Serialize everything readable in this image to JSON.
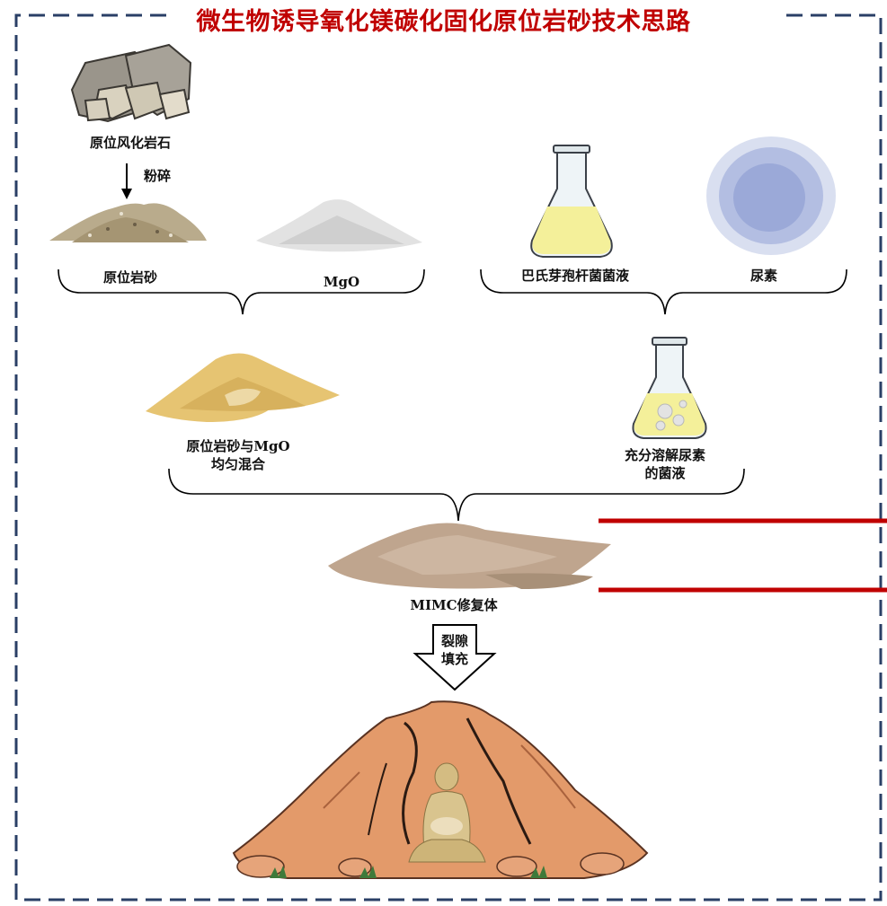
{
  "title": "微生物诱导氧化镁碳化固化原位岩砂技术思路",
  "labels": {
    "weathered_rock": "原位风化岩石",
    "crush": "粉碎",
    "rock_sand": "原位岩砂",
    "mgo": "MgO",
    "bacteria": "巴氏芽孢杆菌菌液",
    "urea": "尿素",
    "mix_line1": "原位岩砂与MgO",
    "mix_line2": "均匀混合",
    "dissolved_line1": "充分溶解尿素",
    "dissolved_line2": "的菌液",
    "mimc": "MIMC修复体",
    "fill_line1": "裂隙",
    "fill_line2": "填充"
  },
  "colors": {
    "title": "#c00000",
    "border": "#2a3f66",
    "red_lines": "#c00000"
  }
}
